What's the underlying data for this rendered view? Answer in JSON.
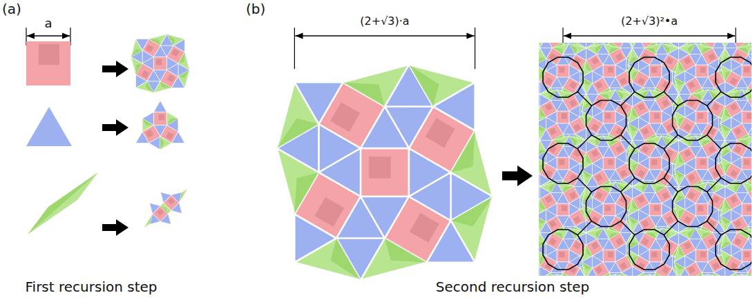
{
  "diagram": {
    "labels": [
      "(a)",
      "(b)",
      "a",
      "(2+√3)·a",
      "(2+√3)²•a",
      "First recursion step",
      "Second recursion step"
    ]
  }
}
